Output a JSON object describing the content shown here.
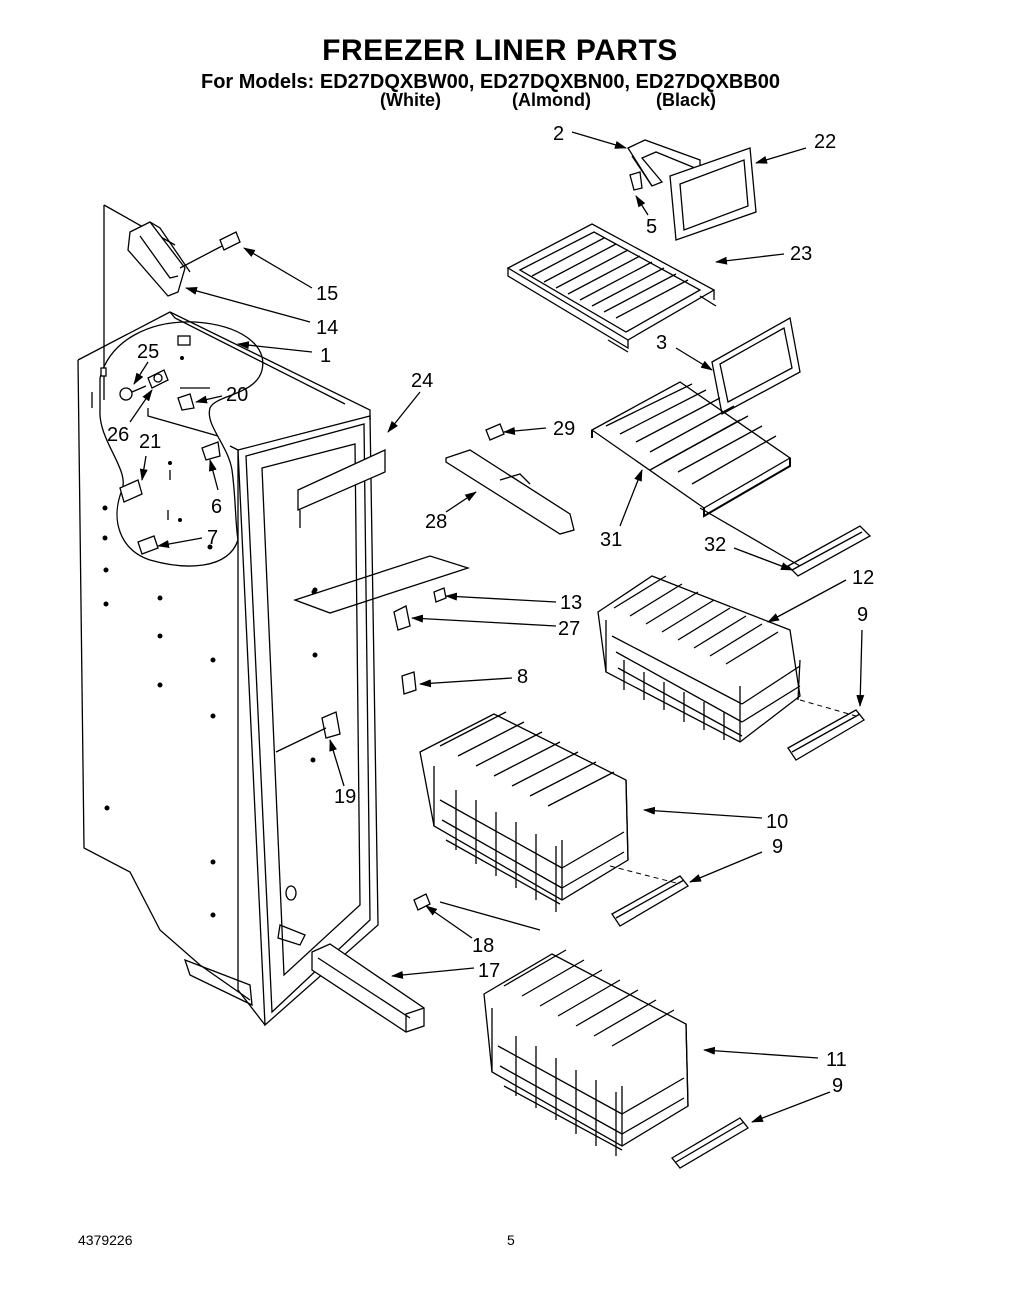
{
  "header": {
    "title": "FREEZER LINER PARTS",
    "models": "For Models: ED27DQXBW00, ED27DQXBN00, ED27DQXBB00",
    "variants": [
      "(White)",
      "(Almond)",
      "(Black)"
    ]
  },
  "callouts": {
    "c1": "1",
    "c2": "2",
    "c3": "3",
    "c5": "5",
    "c6": "6",
    "c7": "7",
    "c8": "8",
    "c9a": "9",
    "c9b": "9",
    "c9c": "9",
    "c10": "10",
    "c11": "11",
    "c12": "12",
    "c13": "13",
    "c14": "14",
    "c15": "15",
    "c17": "17",
    "c18": "18",
    "c19": "19",
    "c20": "20",
    "c21": "21",
    "c22": "22",
    "c23": "23",
    "c24": "24",
    "c25": "25",
    "c26": "26",
    "c27": "27",
    "c28": "28",
    "c29": "29",
    "c31": "31",
    "c32": "32"
  },
  "footer": {
    "doc_number": "4379226",
    "page_number": "5"
  }
}
